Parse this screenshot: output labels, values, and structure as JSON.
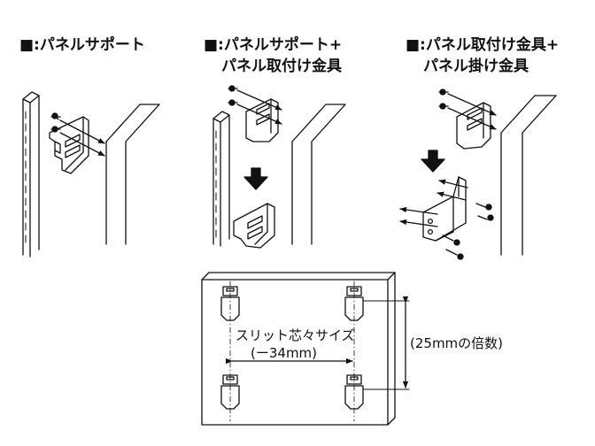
{
  "titles": {
    "panel_support": "■:パネルサポート",
    "support_plus_line1": "■:パネルサポート+",
    "support_plus_line2": "パネル取付け金具",
    "fitting_line1": "■:パネル取付け金具+",
    "fitting_line2": "パネル掛け金具"
  },
  "labels": {
    "slit_pitch_line1": "スリット芯々サイズ",
    "slit_pitch_line2": "(ー34mm)",
    "multiple": "(25mmの倍数)"
  }
}
